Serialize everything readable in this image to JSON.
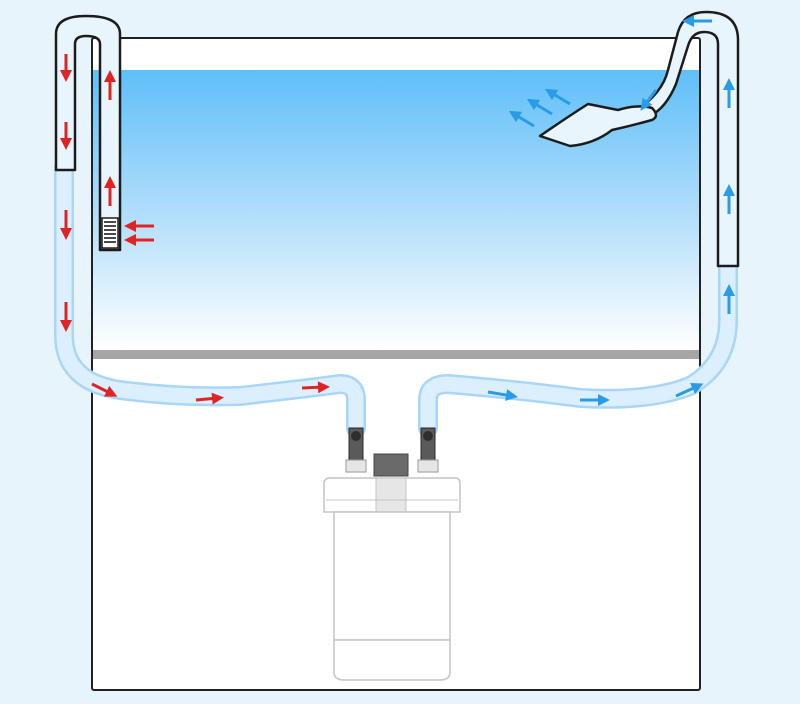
{
  "diagram": {
    "subject": "aquarium-external-canister-filter-flow",
    "colors": {
      "background": "#e8f4fc",
      "water_top": "#5fbff8",
      "water_bottom": "#ffffff",
      "tank_outline": "#222222",
      "cabinet_shelf": "#a6a6a6",
      "hose_fill": "#dcefff",
      "hose_outline": "#a9d6f7",
      "intake_arrow": "#e02424",
      "outflow_arrow": "#2a9be6",
      "filter_body": "#ffffff",
      "filter_outline": "#c4c4c4",
      "valve_dark": "#3d3d3d"
    },
    "components": [
      "intake-pipe",
      "intake-strainer",
      "intake-hose",
      "canister-filter",
      "outflow-hose",
      "outflow-pipe",
      "spray-nozzle"
    ],
    "flows": {
      "intake": {
        "icon": "arrow-icon",
        "color_key": "intake_arrow",
        "count": 12
      },
      "outflow": {
        "icon": "arrow-icon",
        "color_key": "outflow_arrow",
        "count": 12
      }
    }
  }
}
